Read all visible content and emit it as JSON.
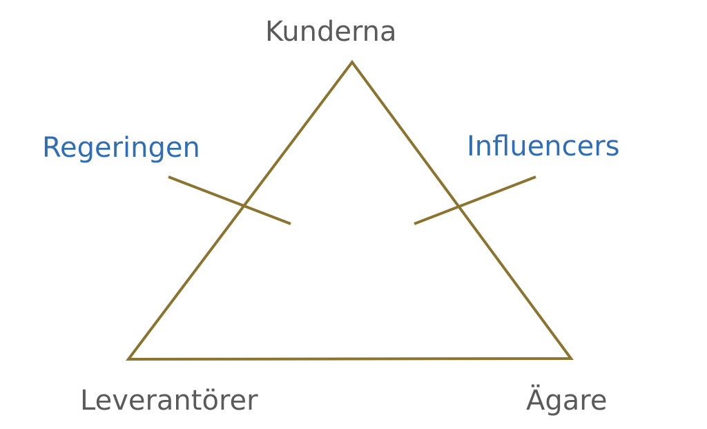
{
  "colors": {
    "line": "#8a7430",
    "primary_text": "#5a5a5a",
    "secondary_text": "#2f6db5"
  },
  "nodes": {
    "top": "Kunderna",
    "bottom_left": "Leverantörer",
    "bottom_right": "Ägare"
  },
  "influences": {
    "left": "Regeringen",
    "right": "Influencers"
  }
}
